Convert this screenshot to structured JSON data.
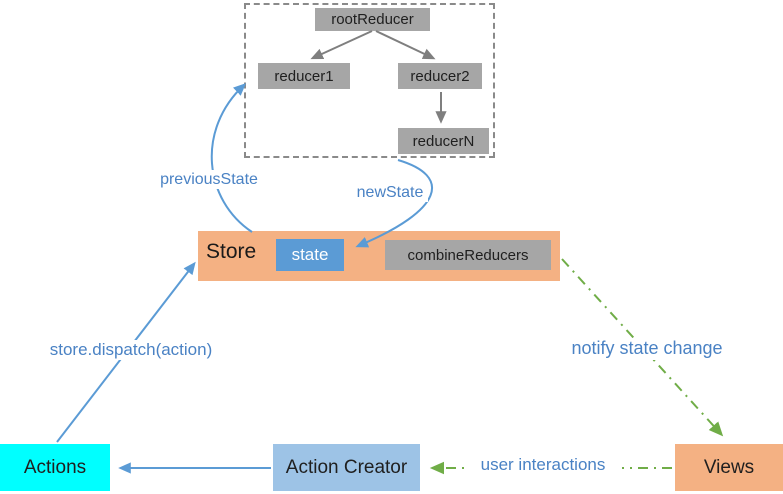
{
  "colors": {
    "orange": "#F4B183",
    "state_blue": "#5B9BD5",
    "gray_box": "#A6A6A6",
    "cyan": "#00FFFF",
    "light_blue": "#9DC3E6",
    "blue_text": "#4A82C4",
    "blue_line": "#5B9BD5",
    "green": "#70AD47",
    "gray_line": "#7F7F7F",
    "dark_text": "#1F1F1F"
  },
  "reducer_panel": {
    "root": "rootReducer",
    "reducer1": "reducer1",
    "reducer2": "reducer2",
    "reducerN": "reducerN"
  },
  "store": {
    "label": "Store",
    "state": "state",
    "combine_reducers": "combineReducers"
  },
  "flow": {
    "actions": "Actions",
    "action_creator": "Action Creator",
    "views": "Views"
  },
  "labels": {
    "previous_state": "previousState",
    "new_state": "newState",
    "dispatch": "store.dispatch(action)",
    "notify": "notify state change",
    "user_interactions": "user interactions"
  }
}
